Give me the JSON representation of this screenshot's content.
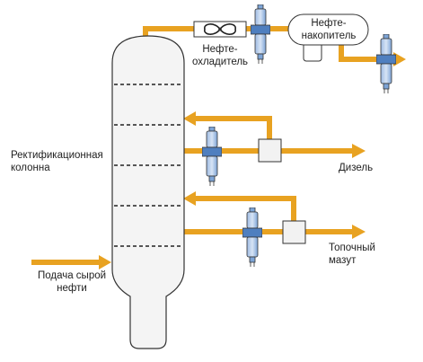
{
  "labels": {
    "column": "Ректификационная\nколонна",
    "feed": "Подача сырой\nнефти",
    "cooler": "Нефте-\nохладитель",
    "accumulator": "Нефте-\nнакопитель",
    "diesel": "Дизель",
    "fuel_oil": "Топочный\nмазут"
  },
  "colors": {
    "pipe": "#E8A221",
    "column_fill": "#F4F4F4",
    "outline": "#333333",
    "valve_blue": "#7DA4D6",
    "valve_light": "#B7CDEB",
    "box_fill": "#F2F2F2"
  },
  "icons": {
    "valve": "flow-valve-icon",
    "fan": "fan-icon",
    "arrow": "flow-arrow-icon"
  }
}
